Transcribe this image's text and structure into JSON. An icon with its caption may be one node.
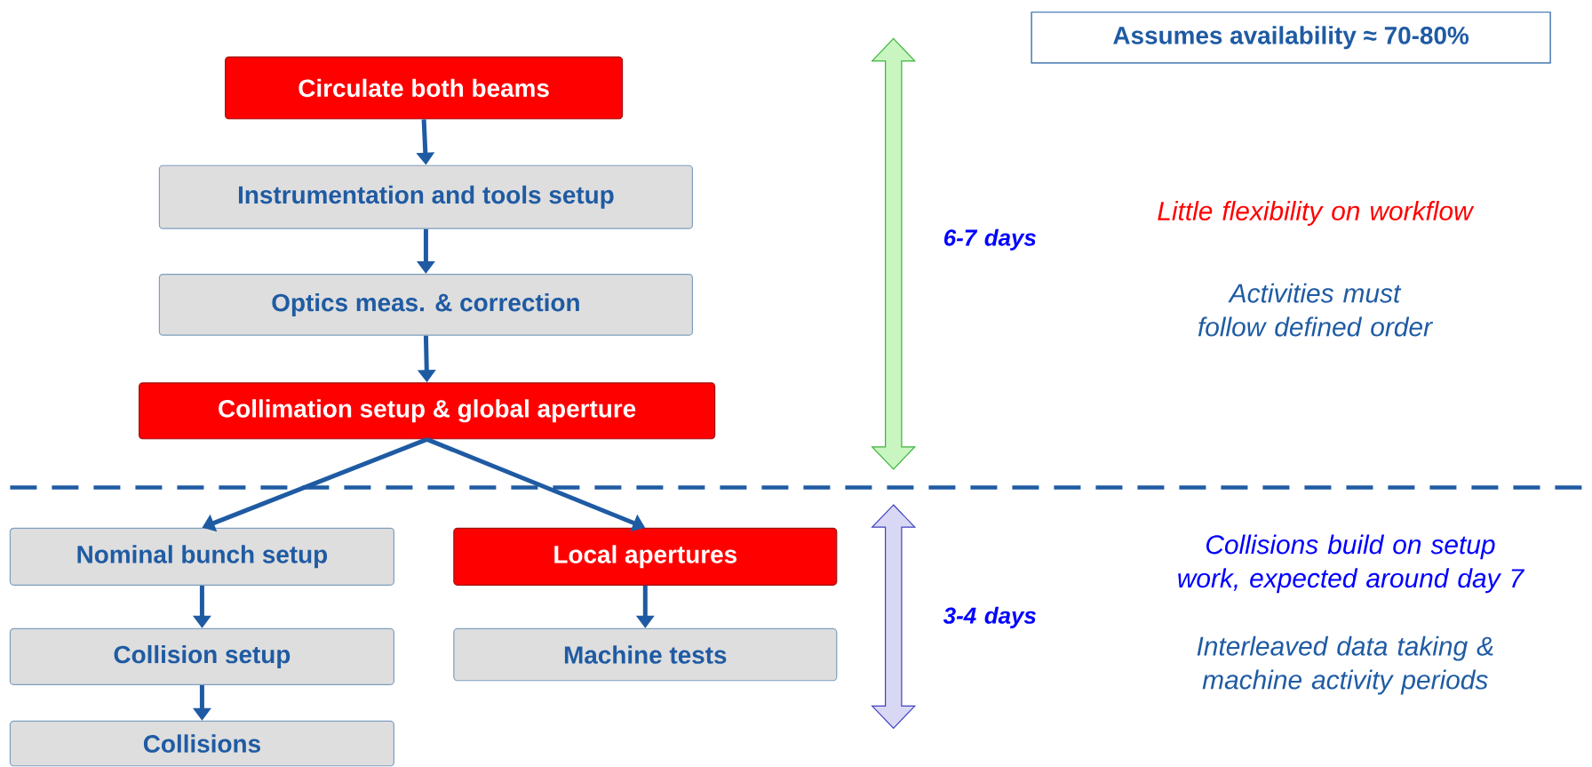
{
  "diagram": {
    "nodes": [
      {
        "text": [
          "Circulate both beams"
        ]
      },
      {
        "text": [
          "Instrumentation and tools setup"
        ]
      },
      {
        "text": [
          "Optics meas. & correction"
        ]
      },
      {
        "text": [
          "Collimation setup & global aperture"
        ]
      },
      {
        "text": [
          "Nominal bunch setup"
        ]
      },
      {
        "text": [
          "Local apertures"
        ]
      },
      {
        "text": [
          "Collision setup"
        ]
      },
      {
        "text": [
          "Machine tests"
        ]
      },
      {
        "text": [
          "Collisions"
        ]
      },
      {
        "text": [
          "Assumes availability ≈ 70-80%"
        ]
      }
    ],
    "edges": [
      {
        "from": 0,
        "to": 1,
        "arrow": "to"
      },
      {
        "from": 1,
        "to": 2,
        "arrow": "to"
      },
      {
        "from": 2,
        "to": 3,
        "arrow": "to"
      },
      {
        "from": 3,
        "to": 4,
        "arrow": "to"
      },
      {
        "from": 3,
        "to": 5,
        "arrow": "to"
      },
      {
        "from": 4,
        "to": 6,
        "arrow": "to"
      },
      {
        "from": 5,
        "to": 7,
        "arrow": "to"
      },
      {
        "from": 6,
        "to": 8,
        "arrow": "to"
      }
    ],
    "labels": [
      "6-7 days",
      "Little flexibility on workflow",
      "Activities must follow defined order",
      "3-4 days",
      "Collisions build on setup work, expected around day 7",
      "Interleaved data taking & machine activity periods"
    ]
  }
}
